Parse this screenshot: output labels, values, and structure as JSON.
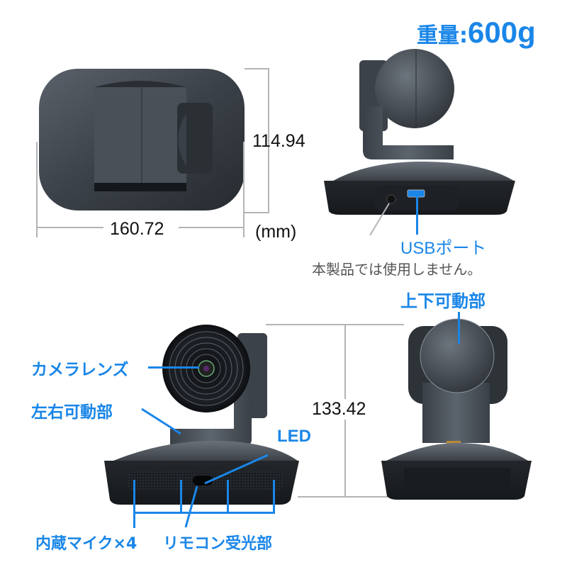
{
  "weight": {
    "label": "重量:",
    "value": "600g"
  },
  "dimensions": {
    "width": "160.72",
    "depth": "114.94",
    "height": "133.42",
    "unit": "(mm)"
  },
  "callouts": {
    "usb_port": "USBポート",
    "not_used_note": "本製品では使用しません。",
    "tilt_part": "上下可動部",
    "camera_lens": "カメラレンズ",
    "pan_part": "左右可動部",
    "led": "LED",
    "built_in_mic": "内蔵マイク×4",
    "remote_receiver": "リモコン受光部"
  },
  "colors": {
    "accent": "#1a86e8",
    "body_dark": "#2e3338",
    "body_mid": "#4a5058",
    "dimension_line": "#b4b4b4"
  }
}
